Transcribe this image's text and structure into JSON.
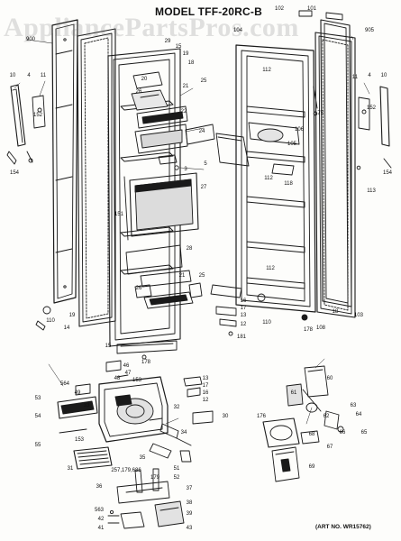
{
  "title": "MODEL TFF-20RC-B",
  "watermark": "AppliancePartsPros.com",
  "art_number": "(ART NO. WR15762)",
  "colors": {
    "line": "#1a1a1a",
    "paper": "#fdfdfb",
    "watermark": "#9a9a9a"
  },
  "callouts": [
    {
      "id": "c102",
      "text": "102"
    },
    {
      "id": "c101",
      "text": "101"
    },
    {
      "id": "c104",
      "text": "104"
    },
    {
      "id": "c905",
      "text": "905"
    },
    {
      "id": "c900",
      "text": "900"
    },
    {
      "id": "c29",
      "text": "29"
    },
    {
      "id": "c15a",
      "text": "15"
    },
    {
      "id": "c19",
      "text": "19"
    },
    {
      "id": "c18",
      "text": "18"
    },
    {
      "id": "c10a",
      "text": "10"
    },
    {
      "id": "c4a",
      "text": "4"
    },
    {
      "id": "c11a",
      "text": "11"
    },
    {
      "id": "c20a",
      "text": "20"
    },
    {
      "id": "c25a",
      "text": "25"
    },
    {
      "id": "c21a",
      "text": "21"
    },
    {
      "id": "c26a",
      "text": "26"
    },
    {
      "id": "c112a",
      "text": "112"
    },
    {
      "id": "c4b",
      "text": "4"
    },
    {
      "id": "c10b",
      "text": "10"
    },
    {
      "id": "c11b",
      "text": "11"
    },
    {
      "id": "c175",
      "text": "175"
    },
    {
      "id": "c152a",
      "text": "152"
    },
    {
      "id": "c152b",
      "text": "152"
    },
    {
      "id": "c22",
      "text": "22"
    },
    {
      "id": "c106",
      "text": "106"
    },
    {
      "id": "c105",
      "text": "105"
    },
    {
      "id": "c24",
      "text": "24"
    },
    {
      "id": "c3",
      "text": "3"
    },
    {
      "id": "c5",
      "text": "5"
    },
    {
      "id": "c154a",
      "text": "154"
    },
    {
      "id": "c154b",
      "text": "154"
    },
    {
      "id": "c112b",
      "text": "112"
    },
    {
      "id": "c118",
      "text": "118"
    },
    {
      "id": "c113",
      "text": "113"
    },
    {
      "id": "c27",
      "text": "27"
    },
    {
      "id": "c151",
      "text": "151"
    },
    {
      "id": "c28",
      "text": "28"
    },
    {
      "id": "c21b",
      "text": "21"
    },
    {
      "id": "c25b",
      "text": "25"
    },
    {
      "id": "c26b",
      "text": "26"
    },
    {
      "id": "c112c",
      "text": "112"
    },
    {
      "id": "c16",
      "text": "16"
    },
    {
      "id": "c17",
      "text": "17"
    },
    {
      "id": "c13",
      "text": "13"
    },
    {
      "id": "c12",
      "text": "12"
    },
    {
      "id": "c110a",
      "text": "110"
    },
    {
      "id": "c19b",
      "text": "19"
    },
    {
      "id": "c14",
      "text": "14"
    },
    {
      "id": "c110b",
      "text": "110"
    },
    {
      "id": "c178a",
      "text": "178"
    },
    {
      "id": "c108",
      "text": "108"
    },
    {
      "id": "c18b",
      "text": "18"
    },
    {
      "id": "c103",
      "text": "103"
    },
    {
      "id": "c181",
      "text": "181"
    },
    {
      "id": "c15b",
      "text": "15"
    },
    {
      "id": "c178b",
      "text": "178"
    },
    {
      "id": "c46",
      "text": "46"
    },
    {
      "id": "c47",
      "text": "47"
    },
    {
      "id": "c48",
      "text": "48"
    },
    {
      "id": "c564",
      "text": "564"
    },
    {
      "id": "c49",
      "text": "49"
    },
    {
      "id": "c153a",
      "text": "153"
    },
    {
      "id": "c13b",
      "text": "13"
    },
    {
      "id": "c17b",
      "text": "17"
    },
    {
      "id": "c16b",
      "text": "16"
    },
    {
      "id": "c12b",
      "text": "12"
    },
    {
      "id": "c53",
      "text": "53"
    },
    {
      "id": "c33",
      "text": "33"
    },
    {
      "id": "c32",
      "text": "32"
    },
    {
      "id": "c30",
      "text": "30"
    },
    {
      "id": "c54",
      "text": "54"
    },
    {
      "id": "c34",
      "text": "34"
    },
    {
      "id": "c55",
      "text": "55"
    },
    {
      "id": "c153b",
      "text": "153"
    },
    {
      "id": "c31",
      "text": "31"
    },
    {
      "id": "c35",
      "text": "35"
    },
    {
      "id": "c51",
      "text": "51"
    },
    {
      "id": "c52",
      "text": "52"
    },
    {
      "id": "c257",
      "text": "257,179,686"
    },
    {
      "id": "c179",
      "text": "179"
    },
    {
      "id": "c36",
      "text": "36"
    },
    {
      "id": "c37",
      "text": "37"
    },
    {
      "id": "c38",
      "text": "38"
    },
    {
      "id": "c563",
      "text": "563"
    },
    {
      "id": "c42",
      "text": "42"
    },
    {
      "id": "c41",
      "text": "41"
    },
    {
      "id": "c39",
      "text": "39"
    },
    {
      "id": "c43",
      "text": "43"
    },
    {
      "id": "c60",
      "text": "60"
    },
    {
      "id": "c61",
      "text": "61"
    },
    {
      "id": "c176",
      "text": "176"
    },
    {
      "id": "c63",
      "text": "63"
    },
    {
      "id": "c64",
      "text": "64"
    },
    {
      "id": "c62",
      "text": "62"
    },
    {
      "id": "c66",
      "text": "66"
    },
    {
      "id": "c65",
      "text": "65"
    },
    {
      "id": "c68",
      "text": "68"
    },
    {
      "id": "c67",
      "text": "67"
    },
    {
      "id": "c69",
      "text": "69"
    }
  ]
}
